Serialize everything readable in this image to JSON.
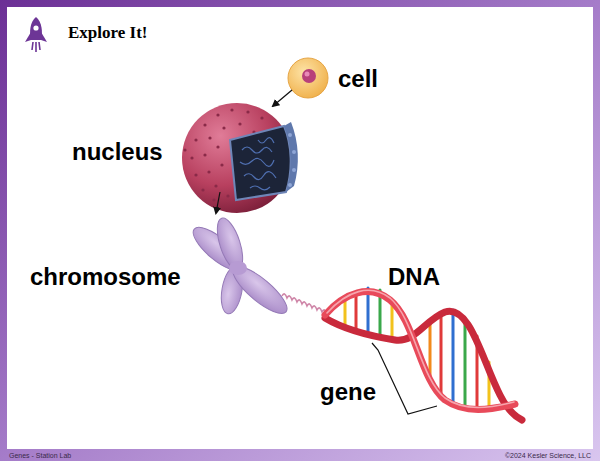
{
  "diagram": {
    "title": "Explore It!",
    "labels": [
      "cell",
      "nucleus",
      "chromosome",
      "DNA",
      "gene",
      "Genes - Station Lab",
      "©2024 Kesler Science, LLC"
    ]
  }
}
